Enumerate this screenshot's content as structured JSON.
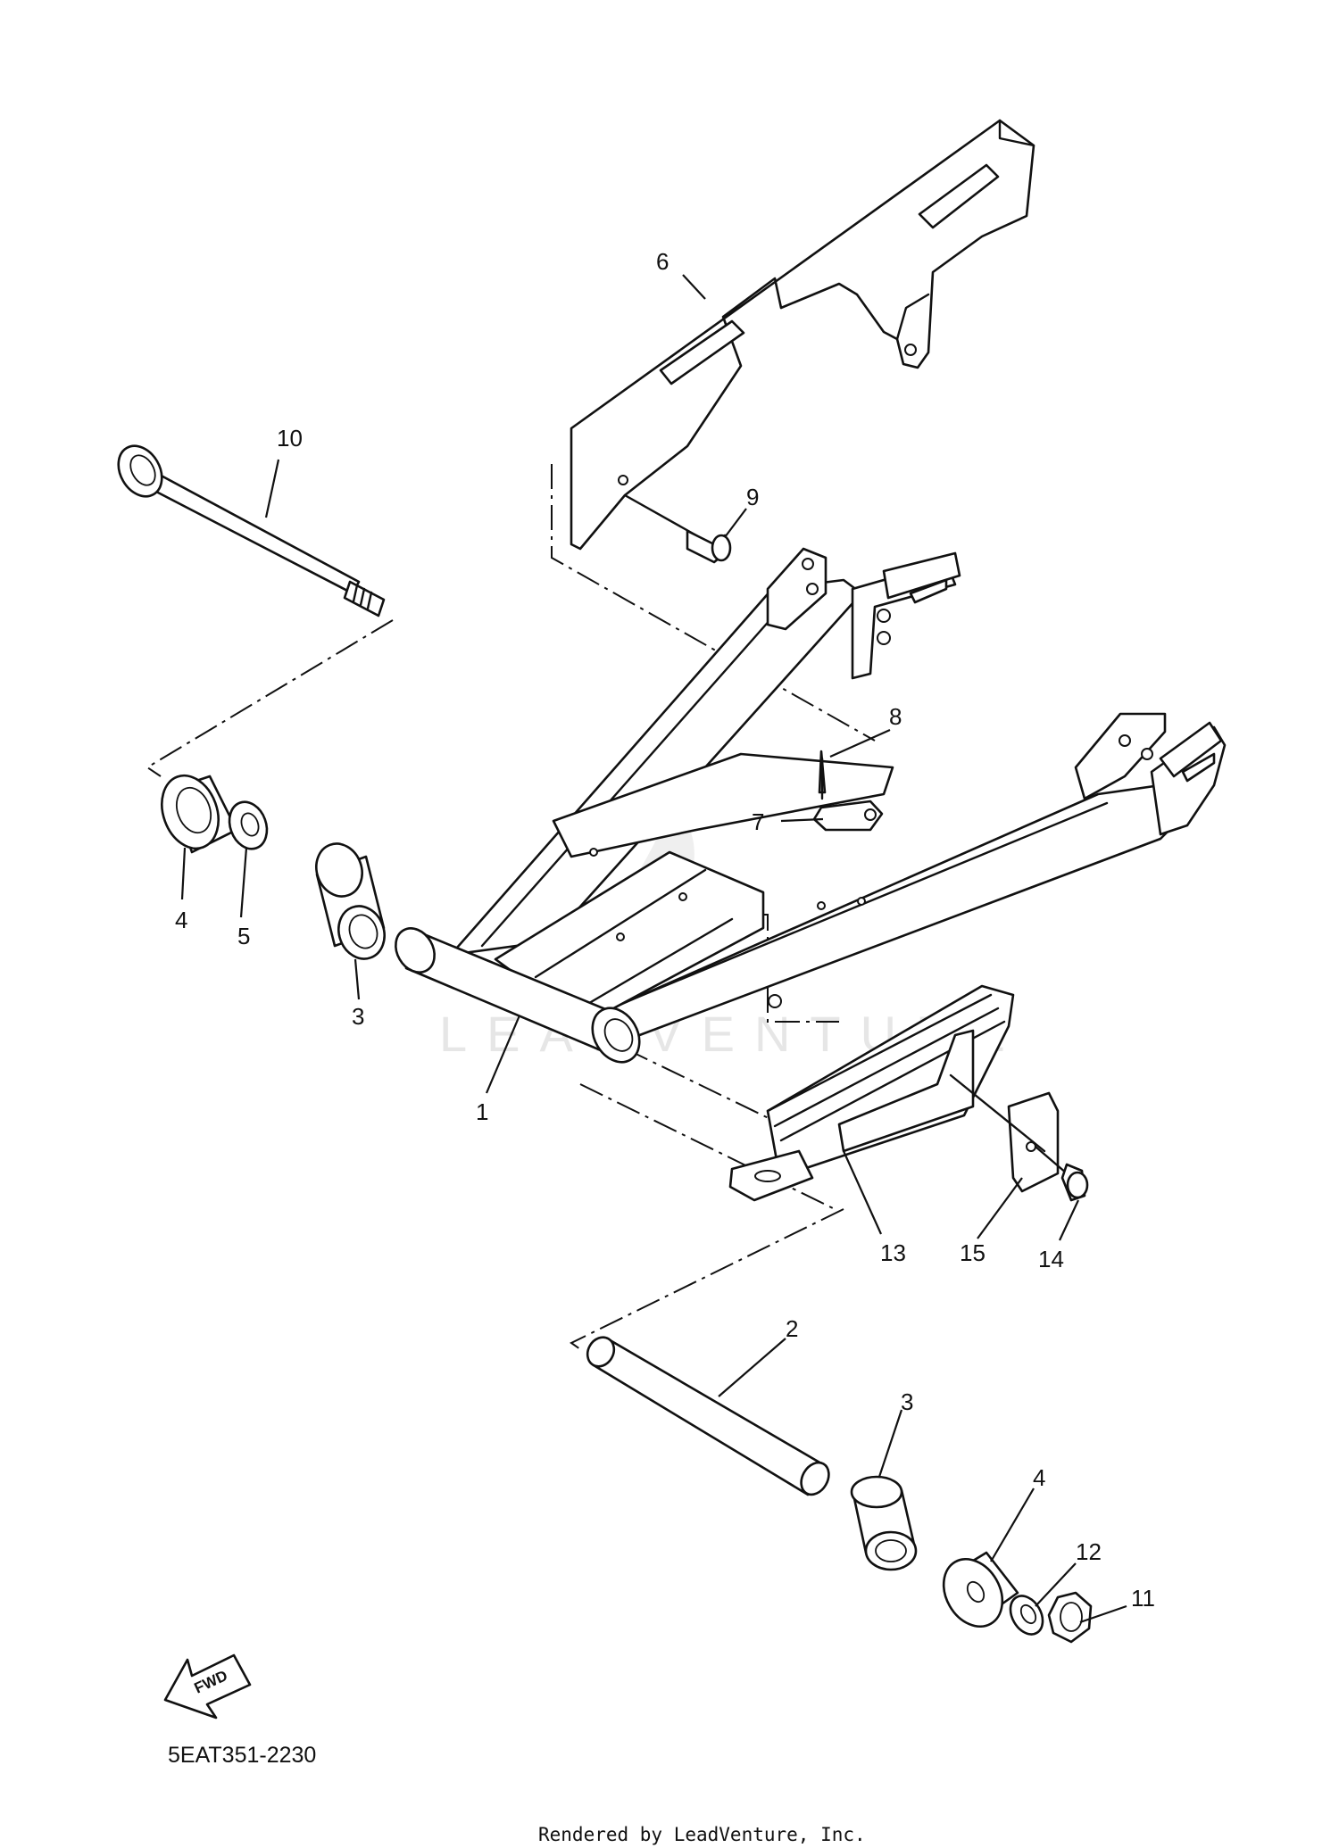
{
  "diagram": {
    "callouts": {
      "c1": "1",
      "c2": "2",
      "c3a": "3",
      "c3b": "3",
      "c4a": "4",
      "c4b": "4",
      "c5": "5",
      "c6": "6",
      "c7": "7",
      "c8": "8",
      "c9": "9",
      "c10": "10",
      "c11": "11",
      "c12": "12",
      "c13": "13",
      "c14": "14",
      "c15": "15"
    },
    "fwd_label": "FWD",
    "diagram_code": "5EAT351-2230",
    "watermark": "LEADVENTURE",
    "footer": "Rendered by LeadVenture, Inc."
  }
}
